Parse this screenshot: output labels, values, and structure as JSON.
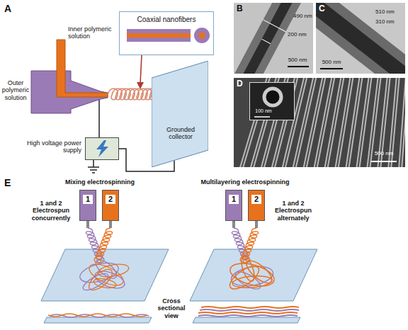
{
  "diagram": {
    "nodes": [
      {
        "text": [
          "Coaxial nanofibers"
        ]
      },
      {
        "text": [
          "High voltage power supply"
        ]
      },
      {
        "text": [
          "Grounded collector"
        ]
      },
      {
        "text": [
          "B",
          "490 nm",
          "200 nm",
          "500 nm"
        ]
      },
      {
        "text": [
          "C",
          "510 nm",
          "310 nm",
          "500 nm"
        ]
      },
      {
        "text": [
          "D",
          "500 nm"
        ]
      },
      {
        "text": [
          "100 nm"
        ],
        "in": 5
      },
      {
        "text": [
          "1"
        ]
      },
      {
        "text": [
          "2"
        ]
      },
      {
        "text": [
          "1"
        ]
      },
      {
        "text": [
          "2"
        ]
      }
    ],
    "edges": [
      {
        "from": 1,
        "to": 2,
        "arrow": "none"
      }
    ],
    "labels": [
      "A",
      "Inner polymeric solution",
      "Outer polymeric solution",
      "E",
      "Mixing electrospinning",
      "Multilayering electrospinning",
      "1 and 2 Electrospun concurrently",
      "1 and 2 Electrospun alternately",
      "Cross sectional view"
    ]
  }
}
